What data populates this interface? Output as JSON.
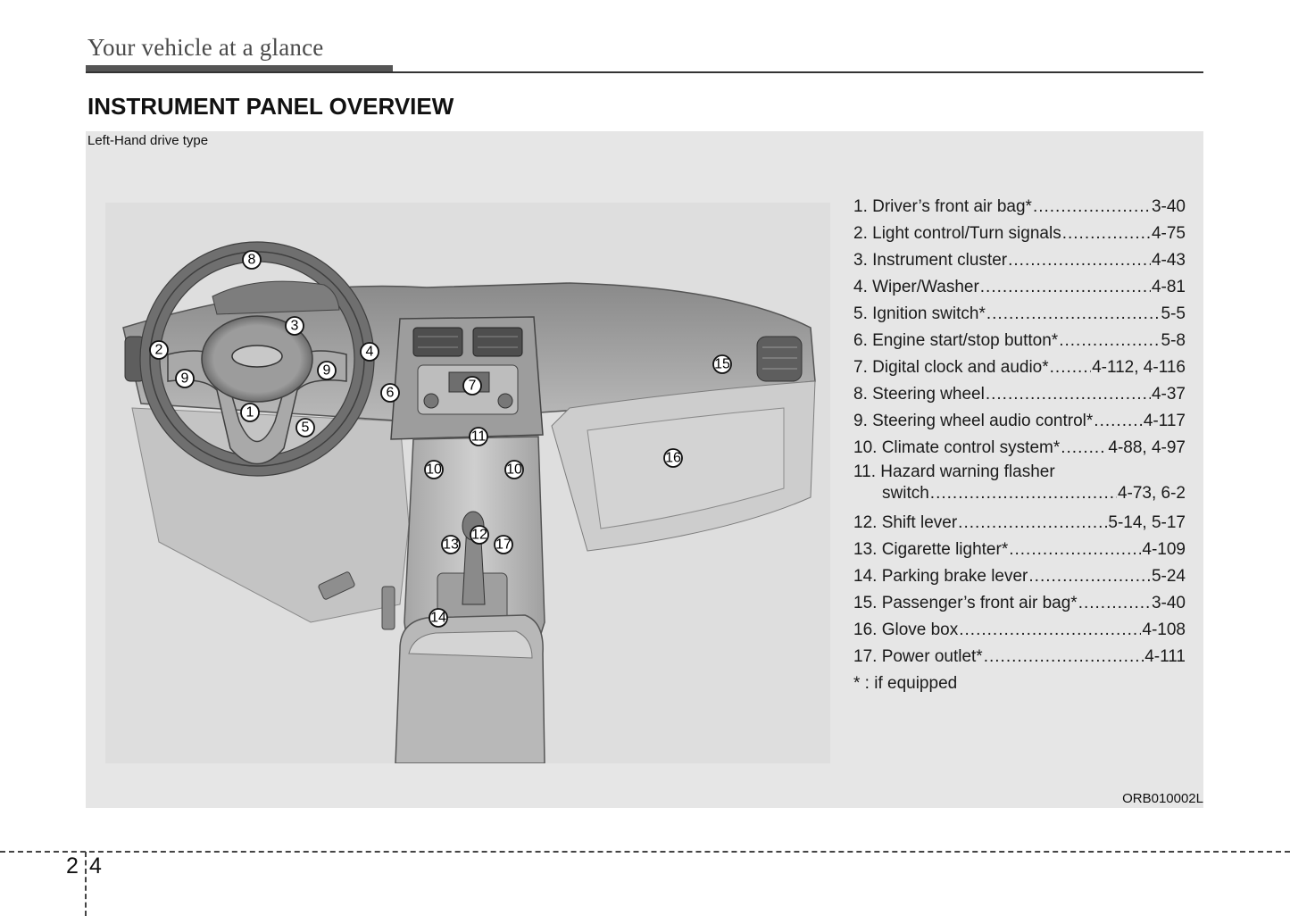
{
  "header": {
    "section_title": "Your vehicle at a glance",
    "page_heading": "INSTRUMENT PANEL OVERVIEW"
  },
  "figure": {
    "drive_type": "Left-Hand drive type",
    "code": "ORB010002L",
    "callouts": [
      "8",
      "3",
      "2",
      "4",
      "9",
      "9",
      "6",
      "7",
      "15",
      "1",
      "5",
      "11",
      "10",
      "10",
      "16",
      "12",
      "13",
      "17",
      "14"
    ]
  },
  "legend": {
    "items": [
      {
        "label": "1. Driver’s front air bag*",
        "page": "3-40"
      },
      {
        "label": "2. Light control/Turn signals",
        "page": "4-75"
      },
      {
        "label": "3. Instrument cluster",
        "page": "4-43"
      },
      {
        "label": "4. Wiper/Washer",
        "page": "4-81"
      },
      {
        "label": "5. Ignition switch*",
        "page": "5-5"
      },
      {
        "label": "6. Engine start/stop button*",
        "page": "5-8"
      },
      {
        "label": "7. Digital clock and audio*",
        "page": "4-112, 4-116"
      },
      {
        "label": "8. Steering wheel",
        "page": "4-37"
      },
      {
        "label": "9. Steering wheel audio control*",
        "page": "4-117"
      },
      {
        "label": "10. Climate control system*",
        "page": "4-88, 4-97"
      },
      {
        "label": "11. Hazard warning flasher",
        "label2": "switch",
        "page": "4-73, 6-2"
      },
      {
        "label": "12. Shift lever",
        "page": "5-14, 5-17"
      },
      {
        "label": "13. Cigarette lighter*",
        "page": "4-109"
      },
      {
        "label": "14. Parking brake lever",
        "page": "5-24"
      },
      {
        "label": "15. Passenger’s front air bag*",
        "page": "3-40"
      },
      {
        "label": "16. Glove box",
        "page": "4-108"
      },
      {
        "label": "17. Power outlet*",
        "page": "4-111"
      }
    ],
    "note": "* : if equipped"
  },
  "footer": {
    "chapter": "2",
    "page": "4"
  }
}
